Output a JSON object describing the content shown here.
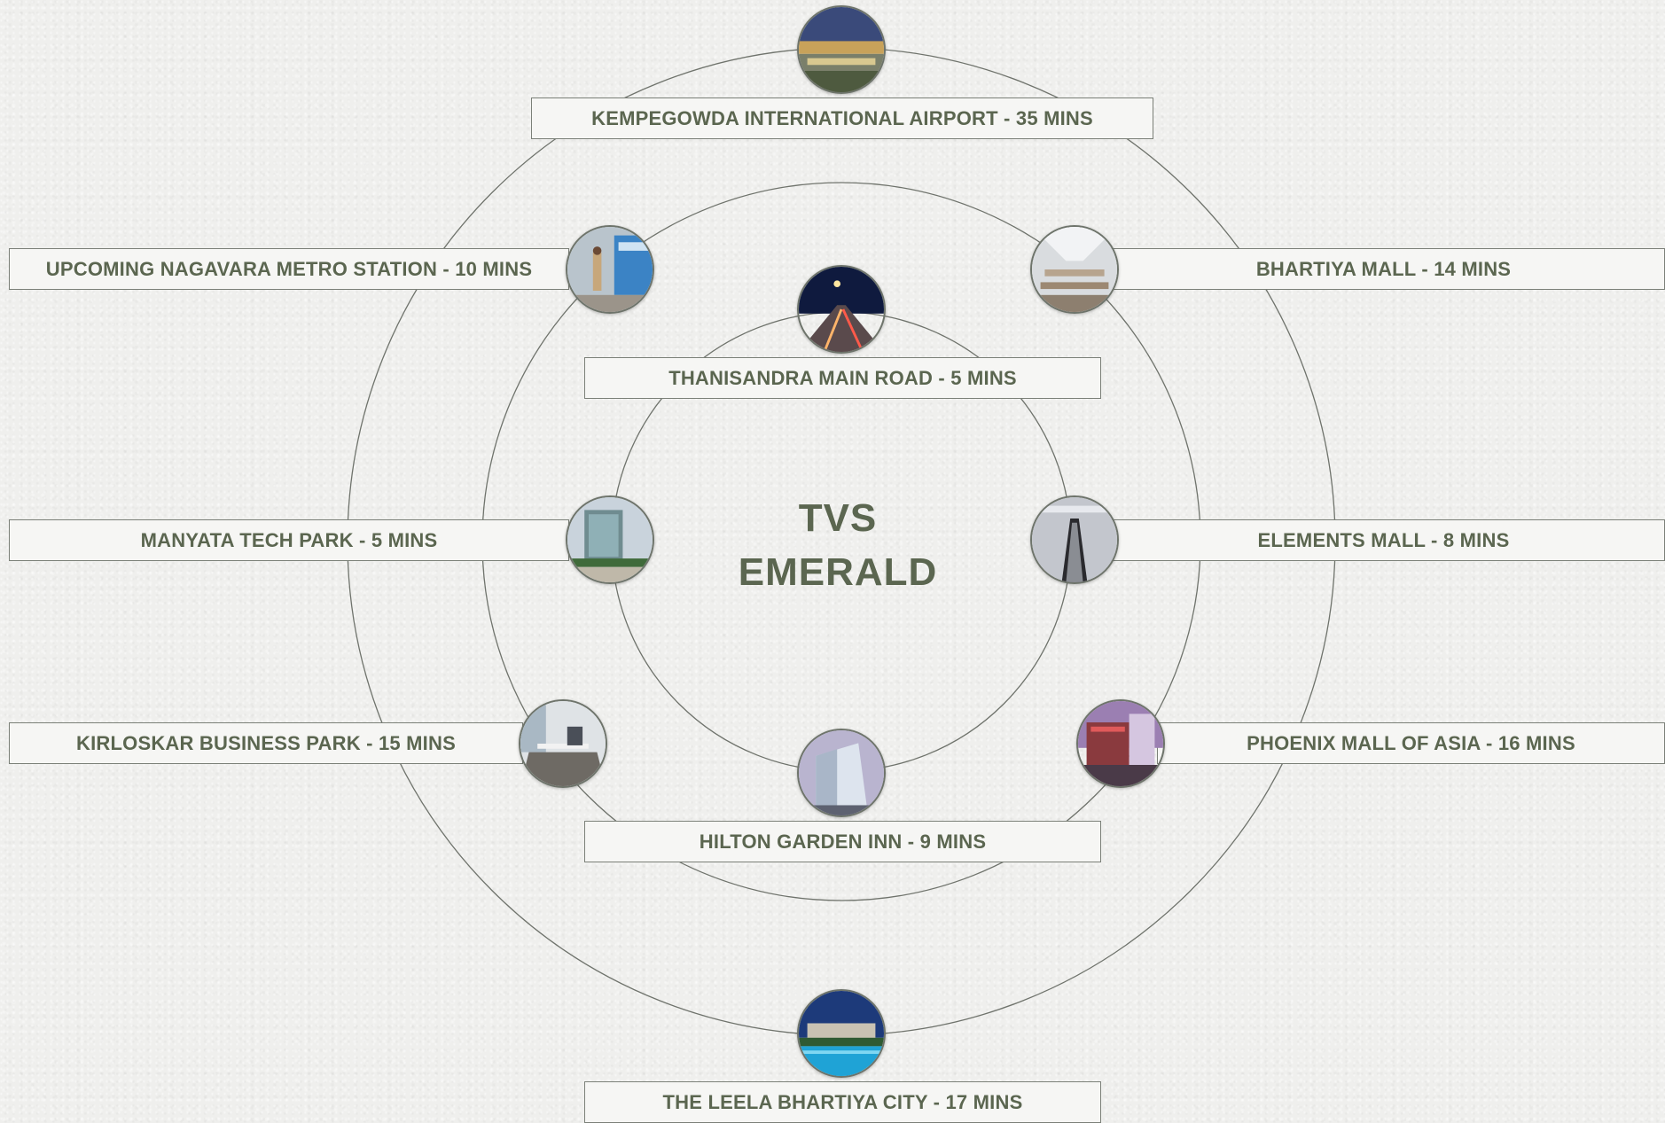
{
  "center": {
    "line1": "TVS",
    "line2": "EMERALD"
  },
  "colors": {
    "text": "#5b6650",
    "ring": "#6f736c",
    "label_bg": "#f6f6f4",
    "label_border": "#7b8078"
  },
  "destinations": [
    {
      "id": "airport",
      "label": "KEMPEGOWDA INTERNATIONAL AIRPORT - 35 MINS",
      "icon": "airport-photo-icon"
    },
    {
      "id": "metro",
      "label": "UPCOMING NAGAVARA METRO STATION - 10 MINS",
      "icon": "metro-station-photo-icon"
    },
    {
      "id": "bhartiya-mall",
      "label": "BHARTIYA MALL - 14 MINS",
      "icon": "mall-atrium-photo-icon"
    },
    {
      "id": "thanisandra",
      "label": "THANISANDRA MAIN ROAD - 5 MINS",
      "icon": "night-road-photo-icon"
    },
    {
      "id": "manyata",
      "label": "MANYATA TECH PARK - 5 MINS",
      "icon": "tech-park-photo-icon"
    },
    {
      "id": "elements",
      "label": "ELEMENTS MALL - 8 MINS",
      "icon": "escalator-photo-icon"
    },
    {
      "id": "kirloskar",
      "label": "KIRLOSKAR BUSINESS PARK - 15 MINS",
      "icon": "office-interior-photo-icon"
    },
    {
      "id": "phoenix",
      "label": "PHOENIX MALL OF ASIA - 16 MINS",
      "icon": "mall-exterior-photo-icon"
    },
    {
      "id": "hilton",
      "label": "HILTON GARDEN INN - 9 MINS",
      "icon": "hotel-tower-photo-icon"
    },
    {
      "id": "leela",
      "label": "THE LEELA BHARTIYA CITY - 17 MINS",
      "icon": "resort-pool-photo-icon"
    }
  ]
}
